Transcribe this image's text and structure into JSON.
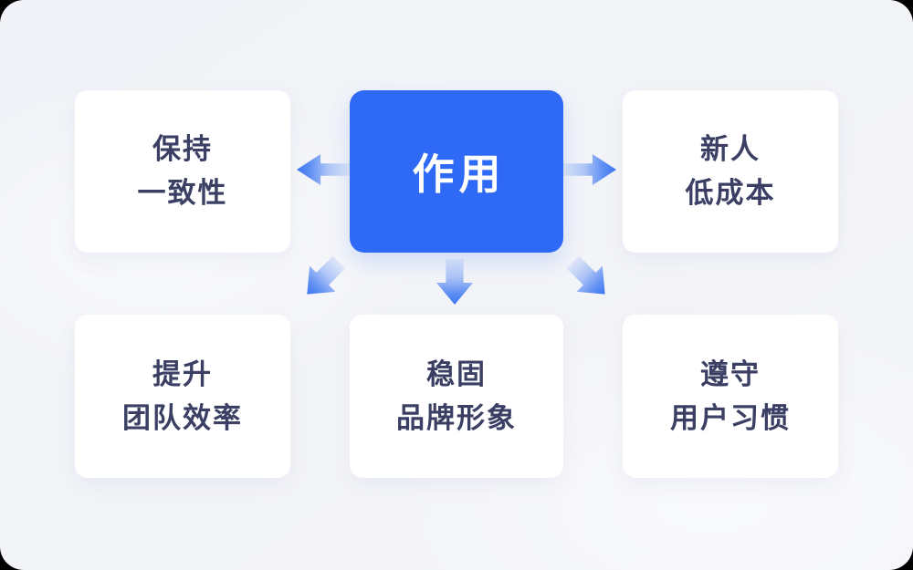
{
  "diagram": {
    "title_node": {
      "label": "作用"
    },
    "nodes": [
      {
        "id": "keep-consistency",
        "position": "top-left",
        "line1": "保持",
        "line2": "一致性"
      },
      {
        "id": "newcomer-low-cost",
        "position": "top-right",
        "line1": "新人",
        "line2": "低成本"
      },
      {
        "id": "improve-team-efficiency",
        "position": "bottom-left",
        "line1": "提升",
        "line2": "团队效率"
      },
      {
        "id": "stable-brand-image",
        "position": "bottom-center",
        "line1": "稳固",
        "line2": "品牌形象"
      },
      {
        "id": "follow-user-habits",
        "position": "bottom-right",
        "line1": "遵守",
        "line2": "用户习惯"
      }
    ],
    "arrows": [
      {
        "icon": "arrow-left-icon",
        "from": "center",
        "to": "top-left"
      },
      {
        "icon": "arrow-right-icon",
        "from": "center",
        "to": "top-right"
      },
      {
        "icon": "arrow-down-left-icon",
        "from": "center",
        "to": "bottom-left"
      },
      {
        "icon": "arrow-down-icon",
        "from": "center",
        "to": "bottom-center"
      },
      {
        "icon": "arrow-down-right-icon",
        "from": "center",
        "to": "bottom-right"
      }
    ],
    "colors": {
      "accent_blue": "#2E6AF5",
      "arrow_blue": "#3B76F2",
      "node_text": "#3A3F63",
      "card_bg": "#FFFFFF",
      "canvas_bg": "#F3F4F8",
      "outer_bg": "#000000"
    }
  }
}
